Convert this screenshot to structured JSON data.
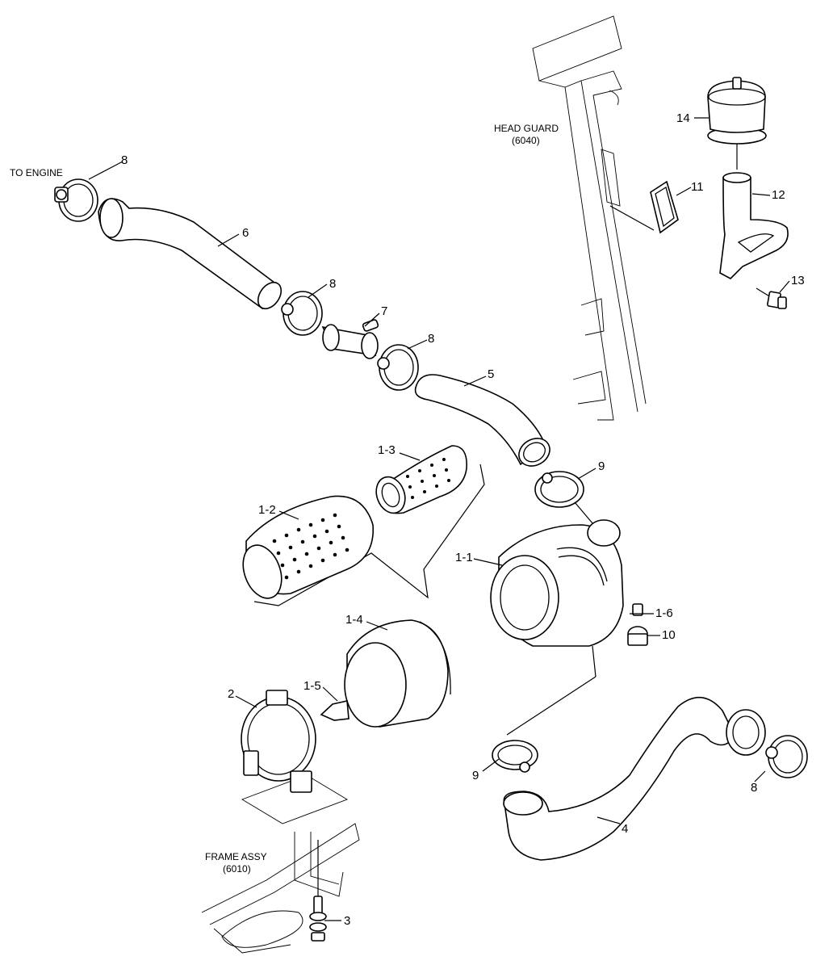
{
  "diagram": {
    "references": {
      "to_engine": "TO ENGINE",
      "head_guard": "HEAD GUARD",
      "head_guard_code": "(6040)",
      "frame_assy": "FRAME ASSY",
      "frame_assy_code": "(6010)"
    },
    "callouts": {
      "p1_1": "1-1",
      "p1_2": "1-2",
      "p1_3": "1-3",
      "p1_4": "1-4",
      "p1_5": "1-5",
      "p1_6": "1-6",
      "p2": "2",
      "p3": "3",
      "p4": "4",
      "p5": "5",
      "p6": "6",
      "p7": "7",
      "p8_a": "8",
      "p8_b": "8",
      "p8_c": "8",
      "p8_d": "8",
      "p9_a": "9",
      "p9_b": "9",
      "p10": "10",
      "p11": "11",
      "p12": "12",
      "p13": "13",
      "p14": "14"
    }
  }
}
